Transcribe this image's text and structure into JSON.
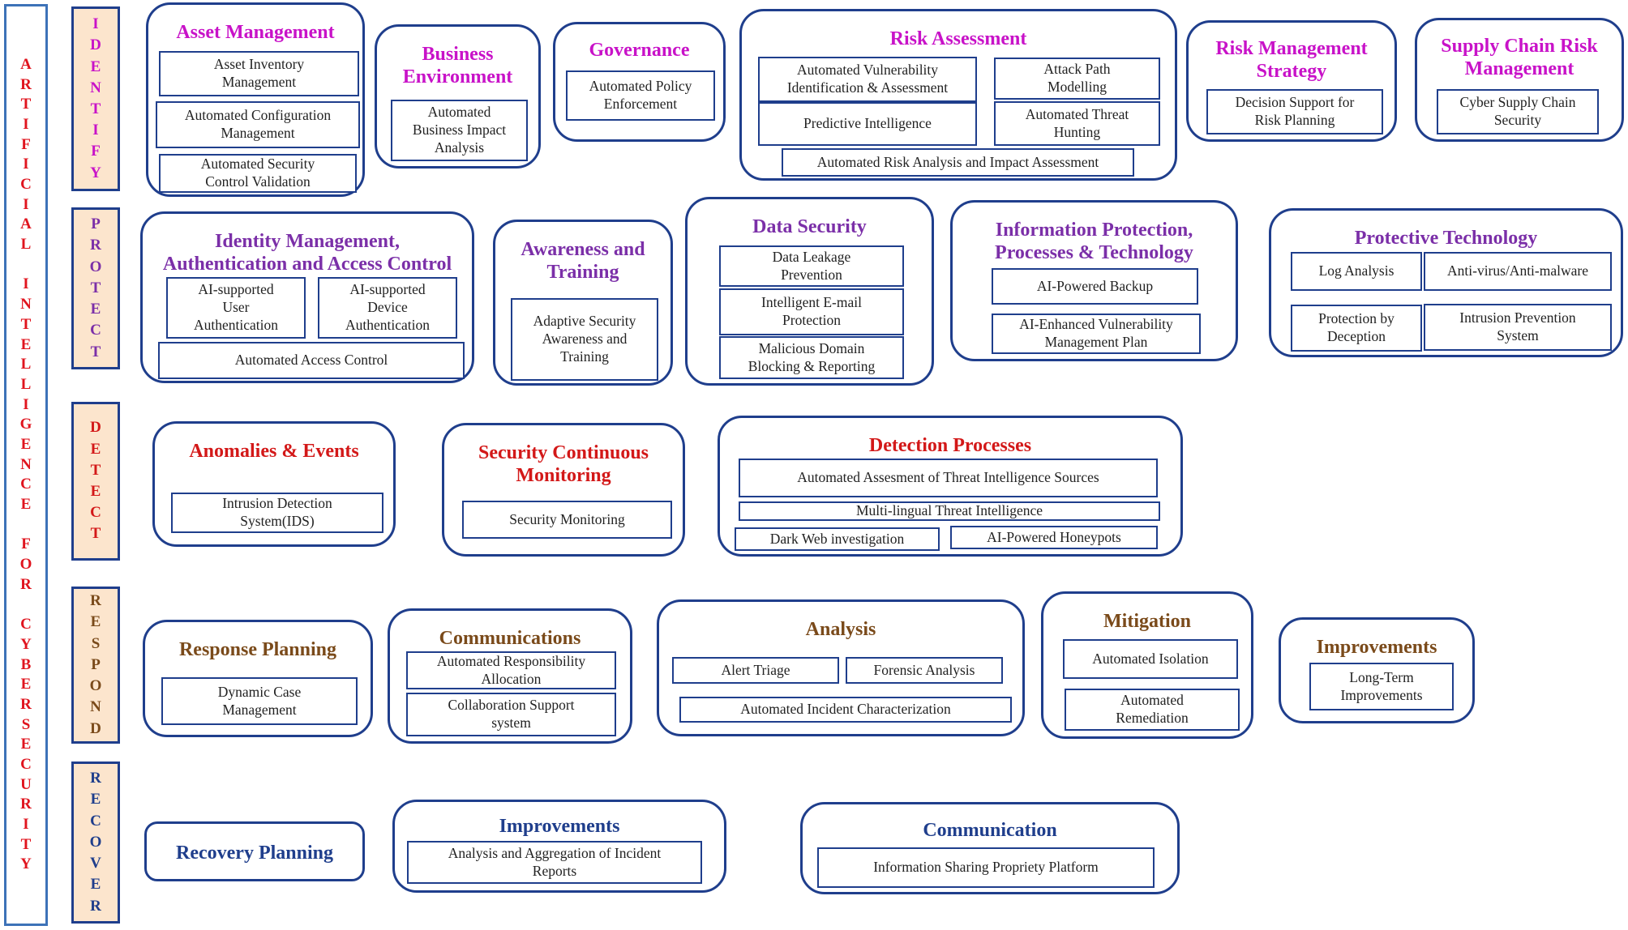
{
  "colors": {
    "identify": "#c812c8",
    "protect": "#7b2fa8",
    "detect": "#d31818",
    "respond": "#7a4a1a",
    "recover": "#1f3e8c",
    "main_title": "#e0141e",
    "border": "#1f3e8c",
    "side_fill": "#fce5cd"
  },
  "main_title": "ARTIFICIAL INTELLIGENCE FOR CYBERSECURITY",
  "functions": {
    "identify": {
      "label": "IDENTIFY",
      "groups": {
        "asset_management": {
          "title": "Asset  Management",
          "items": [
            "Asset Inventory\nManagement",
            "Automated Configuration\nManagement",
            "Automated Security\nControl Validation"
          ]
        },
        "business_environment": {
          "title": "Business\nEnvironment",
          "items": [
            "Automated\nBusiness Impact\nAnalysis"
          ]
        },
        "governance": {
          "title": "Governance",
          "items": [
            "Automated Policy\nEnforcement"
          ]
        },
        "risk_assessment": {
          "title": "Risk Assessment",
          "items": [
            "Automated Vulnerability\nIdentification & Assessment",
            "Attack Path\nModelling",
            "Predictive Intelligence",
            "Automated Threat\nHunting",
            "Automated Risk Analysis and Impact Assessment"
          ]
        },
        "risk_management_strategy": {
          "title": "Risk Management\nStrategy",
          "items": [
            "Decision Support for\nRisk Planning"
          ]
        },
        "supply_chain": {
          "title": "Supply Chain Risk\nManagement",
          "items": [
            "Cyber Supply Chain\nSecurity"
          ]
        }
      }
    },
    "protect": {
      "label": "PROTECT",
      "groups": {
        "identity_management": {
          "title": "Identity Management,\nAuthentication and Access Control",
          "items": [
            "AI-supported\nUser\nAuthentication",
            "AI-supported\nDevice\nAuthentication",
            "Automated Access Control"
          ]
        },
        "awareness_training": {
          "title": "Awareness and\nTraining",
          "items": [
            "Adaptive Security\nAwareness and\nTraining"
          ]
        },
        "data_security": {
          "title": "Data Security",
          "items": [
            "Data Leakage\nPrevention",
            "Intelligent E-mail\nProtection",
            "Malicious Domain\nBlocking & Reporting"
          ]
        },
        "information_protection": {
          "title": "Information Protection,\nProcesses & Technology",
          "items": [
            "AI-Powered Backup",
            "AI-Enhanced Vulnerability\nManagement Plan"
          ]
        },
        "protective_technology": {
          "title": "Protective Technology",
          "items": [
            "Log Analysis",
            "Anti-virus/Anti-malware",
            "Protection by\nDeception",
            "Intrusion Prevention\nSystem"
          ]
        }
      }
    },
    "detect": {
      "label": "DETECT",
      "groups": {
        "anomalies_events": {
          "title": "Anomalies & Events",
          "items": [
            "Intrusion Detection\nSystem(IDS)"
          ]
        },
        "security_monitoring": {
          "title": "Security Continuous\nMonitoring",
          "items": [
            "Security Monitoring"
          ]
        },
        "detection_processes": {
          "title": "Detection Processes",
          "items": [
            "Automated Assesment of Threat Intelligence Sources",
            "Multi-lingual Threat Intelligence",
            "Dark Web investigation",
            "AI-Powered Honeypots"
          ]
        }
      }
    },
    "respond": {
      "label": "RESPOND",
      "groups": {
        "response_planning": {
          "title": "Response Planning",
          "items": [
            "Dynamic Case\nManagement"
          ]
        },
        "communications": {
          "title": "Communications",
          "items": [
            "Automated Responsibility\nAllocation",
            "Collaboration Support\nsystem"
          ]
        },
        "analysis": {
          "title": "Analysis",
          "items": [
            "Alert  Triage",
            "Forensic Analysis",
            "Automated Incident Characterization"
          ]
        },
        "mitigation": {
          "title": "Mitigation",
          "items": [
            "Automated Isolation",
            "Automated\nRemediation"
          ]
        },
        "improvements": {
          "title": "Improvements",
          "items": [
            "Long-Term\nImprovements"
          ]
        }
      }
    },
    "recover": {
      "label": "RECOVER",
      "groups": {
        "recovery_planning": {
          "title": "Recovery Planning"
        },
        "improvements": {
          "title": "Improvements",
          "items": [
            "Analysis and Aggregation of Incident\nReports"
          ]
        },
        "communication": {
          "title": "Communication",
          "items": [
            "Information Sharing Propriety Platform"
          ]
        }
      }
    }
  }
}
